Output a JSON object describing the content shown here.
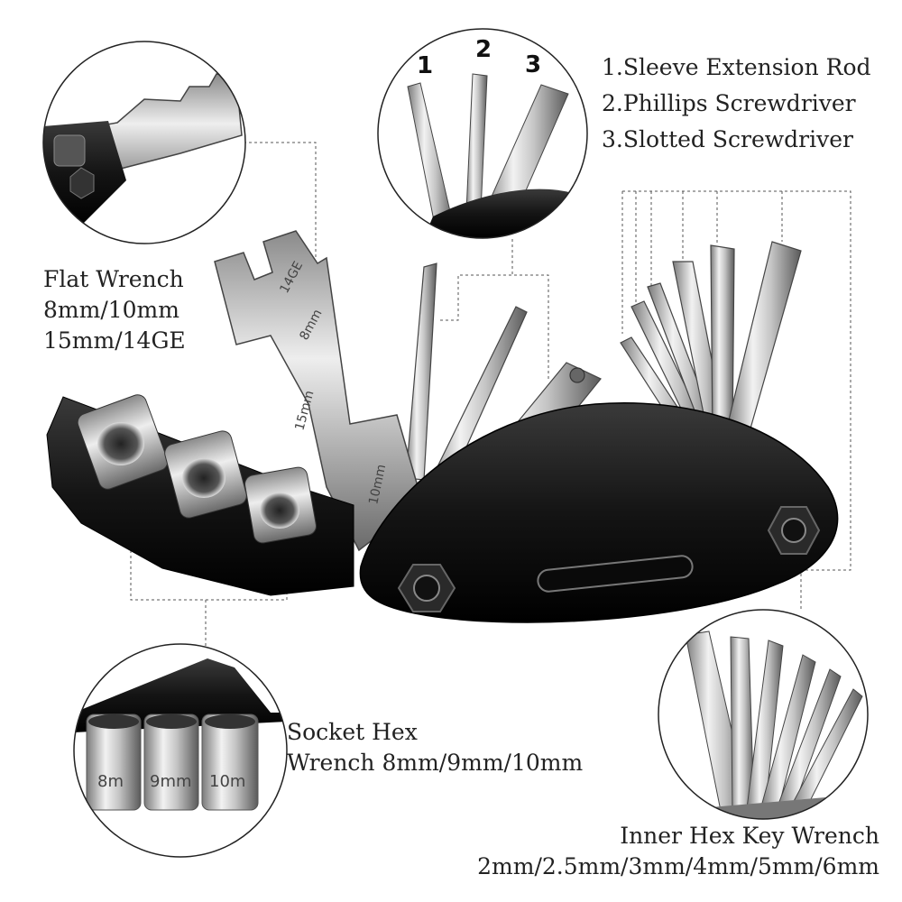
{
  "flat_wrench": {
    "title": "Flat Wrench",
    "sizes_a": "8mm/10mm",
    "sizes_b": "15mm/14GE"
  },
  "socket_hex": {
    "title": "Socket Hex",
    "sizes": "Wrench 8mm/9mm/10mm"
  },
  "inner_hex": {
    "title": "Inner Hex Key Wrench",
    "sizes": "2mm/2.5mm/3mm/4mm/5mm/6mm"
  },
  "legend": {
    "item1": "1.Sleeve Extension Rod",
    "item2": "2.Phillips Screwdriver",
    "item3": "3.Slotted Screwdriver"
  },
  "callout_numbers": [
    "1",
    "2",
    "3"
  ],
  "engravings": {
    "wrench_top": "14GE",
    "wrench_8": "8mm",
    "wrench_15": "15mm",
    "wrench_10": "10mm",
    "socket_8": "8m",
    "socket_9": "9mm",
    "socket_10": "10m"
  },
  "colors": {
    "body_black": "#1a1a1a",
    "steel_light": "#e6e6e6",
    "steel_mid": "#a8a8a8",
    "steel_dark": "#5e5e5e",
    "guide_line": "#555555"
  }
}
